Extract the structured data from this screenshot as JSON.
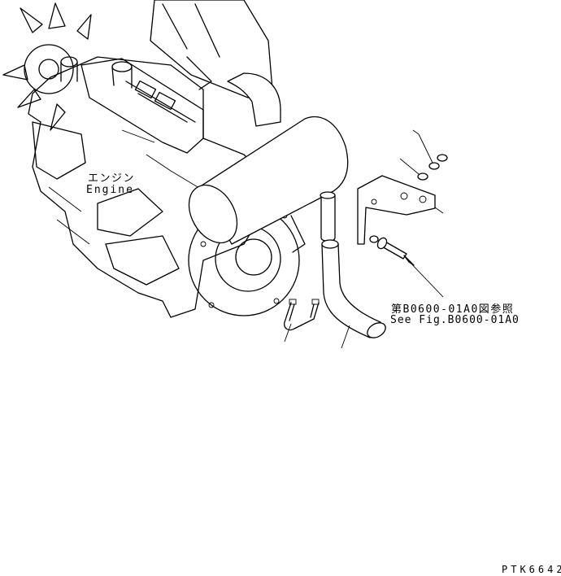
{
  "labels": {
    "engine_jp": "エンジン",
    "engine_en": "Engine",
    "ref_jp": "第B0600-01A0図参照",
    "ref_en": "See Fig.B0600-01A0",
    "drawing_code": "PTK6642"
  }
}
